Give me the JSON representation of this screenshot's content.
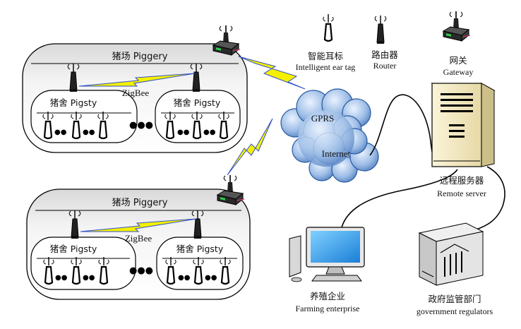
{
  "piggery_top": {
    "title": "猪场 Piggery",
    "pigsty_left": "猪舍 Pigsty",
    "pigsty_right": "猪舍 Pigsty",
    "zigbee": "ZigBee",
    "dots": "●●●",
    "small_dots": "●●"
  },
  "piggery_bottom": {
    "title": "猪场 Piggery",
    "pigsty_left": "猪舍 Pigsty",
    "pigsty_right": "猪舍 Pigsty",
    "zigbee": "ZigBee",
    "dots": "●●●",
    "small_dots": "●●"
  },
  "cloud": {
    "gprs": "GPRS",
    "internet": "Internet"
  },
  "legend": {
    "ear_tag_cn": "智能耳标",
    "ear_tag_en": "Intelligent ear tag",
    "router_cn": "路由器",
    "router_en": "Router",
    "gateway_cn": "网关",
    "gateway_en": "Gateway"
  },
  "server": {
    "cn": "远程服务器",
    "en": "Remote server"
  },
  "enterprise": {
    "cn": "养殖企业",
    "en": "Farming enterprise"
  },
  "government": {
    "cn": "政府监管部门",
    "en": "government regulators"
  },
  "colors": {
    "lightning": "#f5f000",
    "zigbee_link": "#3050c8",
    "cloud_blue": "#5a88c8",
    "server_body": "#f3e9c2",
    "frame_top": "#e6e6e6"
  }
}
